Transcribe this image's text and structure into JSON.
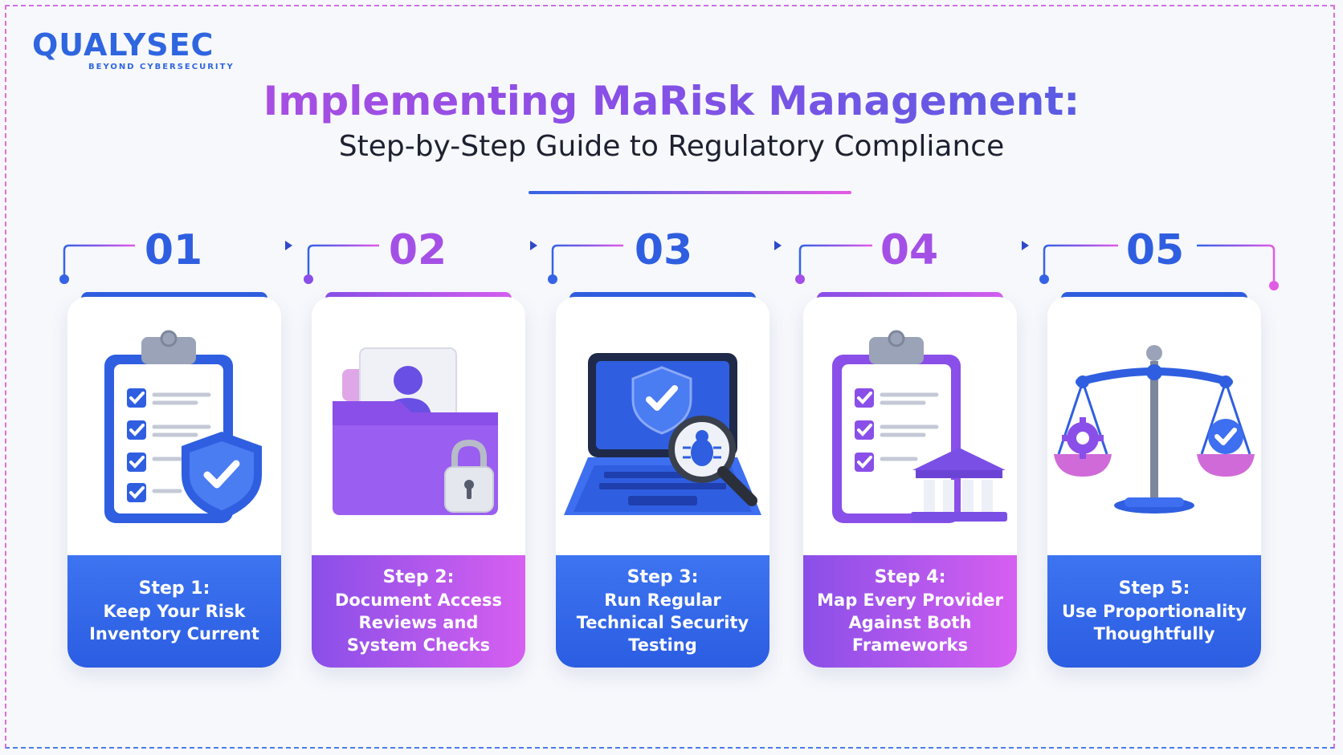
{
  "brand": {
    "name": "QUALYSEC",
    "tagline": "BEYOND CYBERSECURITY"
  },
  "header": {
    "title": "Implementing MaRisk Management:",
    "subtitle": "Step-by-Step Guide to Regulatory Compliance"
  },
  "colors": {
    "blue": "#2f66e0",
    "purple": "#a64fe8",
    "magenta": "#e05ce4",
    "dark_text": "#1d2130"
  },
  "steps": [
    {
      "number": "01",
      "label": "Step 1:",
      "description": "Keep Your Risk Inventory Current",
      "icon": "clipboard-shield-icon",
      "theme": "blue"
    },
    {
      "number": "02",
      "label": "Step 2:",
      "description": "Document Access Reviews and System Checks",
      "icon": "folder-lock-icon",
      "theme": "purple"
    },
    {
      "number": "03",
      "label": "Step 3:",
      "description": "Run Regular Technical Security Testing",
      "icon": "laptop-bug-icon",
      "theme": "blue"
    },
    {
      "number": "04",
      "label": "Step 4:",
      "description": "Map Every Provider Against Both Frameworks",
      "icon": "clipboard-bank-icon",
      "theme": "purple"
    },
    {
      "number": "05",
      "label": "Step 5:",
      "description": "Use Proportionality Thoughtfully",
      "icon": "scales-icon",
      "theme": "blue"
    }
  ]
}
